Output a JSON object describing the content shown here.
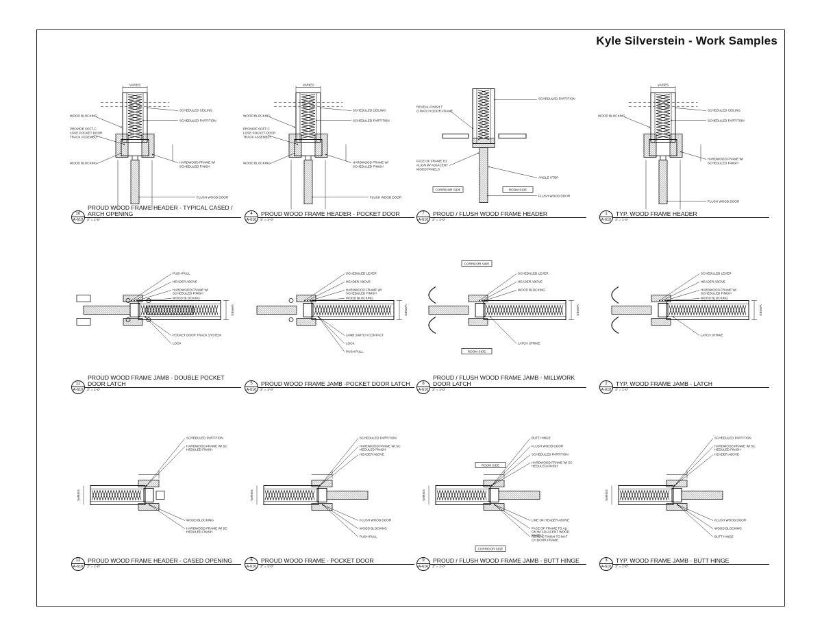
{
  "sheet": {
    "title": "Kyle Silverstein - Work Samples"
  },
  "details": [
    {
      "number": "10",
      "sheet": "A-610",
      "scale": "3\" = 1'-0\"",
      "title": "PROUD WOOD FRAME HEADER - TYPICAL CASED / ARCH OPENING",
      "labels": [
        "VARIES",
        "SCHEDULED CEILING",
        "SCHEDULED PARTITION",
        "WOOD BLOCKING",
        "PROVIDE SOFT-CLOSE POCKET DOOR TRACK ASSEMBLY",
        "WOOD BLOCKING",
        "HARDWOOD FRAME W/ SCHEDULED FINISH",
        "FLUSH WOOD DOOR"
      ]
    },
    {
      "number": "4",
      "sheet": "A-610",
      "scale": "3\" = 1'-0\"",
      "title": "PROUD WOOD FRAME HEADER - POCKET DOOR",
      "labels": [
        "VARIES",
        "SCHEDULED CEILING",
        "SCHEDULED PARTITION",
        "WOOD BLOCKING",
        "PROVIDE SOFT-CLOSE POCKET DOOR TRACK ASSEMBLY",
        "WOOD BLOCKING",
        "HARDWOOD FRAME W/ SCHEDULED FINISH",
        "FLUSH WOOD DOOR"
      ]
    },
    {
      "number": "7",
      "sheet": "A-610",
      "scale": "3\" = 1'-0\"",
      "title": "PROUD / FLUSH WOOD FRAME HEADER",
      "labels": [
        "SCHEDULED PARTITION",
        "REVEAL FINISH TO MATCH DOOR FRAME",
        "FACE OF FRAME TO ALIGN W/ ADJACENT WOOD PANELS",
        "ANGLE STOP",
        "CORRIDOR SIDE",
        "ROOM SIDE",
        "FLUSH WOOD DOOR"
      ]
    },
    {
      "number": "1",
      "sheet": "A-610",
      "scale": "3\" = 1'-0\"",
      "title": "TYP. WOOD FRAME HEADER",
      "labels": [
        "VARIES",
        "SCHEDULED CEILING",
        "SCHEDULED PARTITION",
        "WOOD BLOCKING",
        "HARDWOOD FRAME W/ SCHEDULED FINISH",
        "FLUSH WOOD DOOR"
      ]
    },
    {
      "number": "11",
      "sheet": "A-610",
      "scale": "3\" = 1'-0\"",
      "title": "PROUD WOOD FRAME JAMB - DOUBLE POCKET DOOR LATCH",
      "labels": [
        "PUSH PULL",
        "HEADER ABOVE",
        "HARDWOOD FRAME W/ SCHEDULED FINISH",
        "WOOD BLOCKING",
        "VARIES",
        "POCKET DOOR TRACK SYSTEM",
        "LOCK"
      ]
    },
    {
      "number": "5",
      "sheet": "A-610",
      "scale": "3\" = 1'-0\"",
      "title": "PROUD WOOD FRAME JAMB -POCKET DOOR LATCH",
      "labels": [
        "SCHEDULED LEVER",
        "HEADER ABOVE",
        "HARDWOOD FRAME W/ SCHEDULED FINISH",
        "WOOD BLOCKING",
        "VARIES",
        "JAMB SWITCH CONTACT",
        "LOCK",
        "PUSH PULL"
      ]
    },
    {
      "number": "8",
      "sheet": "A-610",
      "scale": "3\" = 1'-0\"",
      "title": "PROUD / FLUSH WOOD FRAME JAMB - MILLWORK DOOR LATCH",
      "labels": [
        "CORRIDOR SIDE",
        "SCHEDULED LEVER",
        "HEADER ABOVE",
        "WOOD BLOCKING",
        "VARIES",
        "ROOM SIDE",
        "LATCH STRIKE"
      ]
    },
    {
      "number": "2",
      "sheet": "A-610",
      "scale": "3\" = 1'-0\"",
      "title": "TYP. WOOD FRAME JAMB - LATCH",
      "labels": [
        "SCHEDULED LEVER",
        "HEADER ABOVE",
        "HARDWOOD FRAME W/ SCHEDULED FINISH",
        "WOOD BLOCKING",
        "VARIES",
        "LATCH STRIKE"
      ]
    },
    {
      "number": "12",
      "sheet": "A-610",
      "scale": "3\" = 1'-0\"",
      "title": "PROUD WOOD FRAME HEADER - CASED OPENING",
      "labels": [
        "SCHEDULED PARTITION",
        "HARDWOOD FRAME W/ SCHEDULED FINISH",
        "VARIES",
        "WOOD BLOCKING",
        "HARDWOOD FRAME W/ SCHEDULED FINISH"
      ]
    },
    {
      "number": "6",
      "sheet": "A-610",
      "scale": "3\" = 1'-0\"",
      "title": "PROUD WOOD FRAME - POCKET DOOR",
      "labels": [
        "SCHEDULED PARTITION",
        "HARDWOOD FRAME W/ SCHEDULED FINISH",
        "HEADER ABOVE",
        "VARIES",
        "FLUSH WOOD DOOR",
        "WOOD BLOCKING",
        "PUSH PULL"
      ]
    },
    {
      "number": "9",
      "sheet": "A-610",
      "scale": "3\" = 1'-0\"",
      "title": "PROUD / FLUSH WOOD FRAME JAMB - BUTT HINGE",
      "labels": [
        "BUTT HINGE",
        "FLUSH WOOD DOOR",
        "SCHEDULED PARTITION",
        "ROOM SIDE",
        "HARDWOOD FRAME W/ SCHEDULED FINISH",
        "LINE OF HEADER ABOVE",
        "FACE OF FRAME TO ALIGN W/ ADJACENT WOOD PANELS",
        "REVEAL FINISH TO MATCH DOOR FRAME",
        "CORRIDOR SIDE"
      ]
    },
    {
      "number": "3",
      "sheet": "A-610",
      "scale": "3\" = 1'-0\"",
      "title": "TYP. WOOD FRAME JAMB - BUTT HINGE",
      "labels": [
        "SCHEDULED PARTITION",
        "HARDWOOD FRAME W/ SCHEDULED FINISH",
        "HEADER ABOVE",
        "VARIES",
        "FLUSH WOOD DOOR",
        "WOOD BLOCKING",
        "BUTT HINGE"
      ]
    }
  ]
}
